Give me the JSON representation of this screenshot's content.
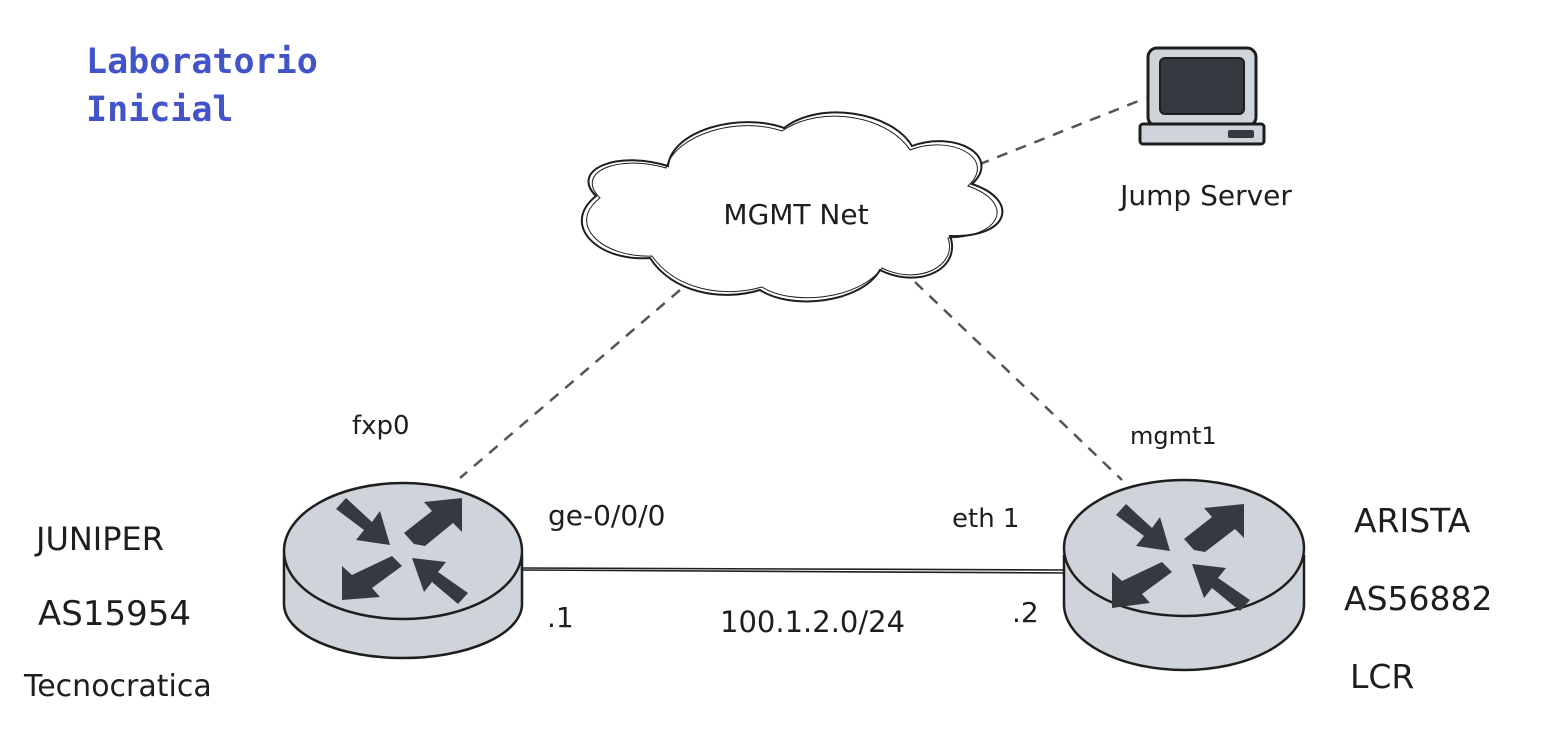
{
  "title": {
    "line1": "Laboratorio",
    "line2": "Inicial"
  },
  "cloud": {
    "label": "MGMT Net"
  },
  "jump_server": {
    "label": "Jump Server"
  },
  "juniper": {
    "vendor": "JUNIPER",
    "asn": "AS15954",
    "org": "Tecnocratica",
    "mgmt_interface": "fxp0",
    "link_interface": "ge-0/0/0",
    "link_ip": ".1"
  },
  "arista": {
    "vendor": "ARISTA",
    "asn": "AS56882",
    "org": "LCR",
    "mgmt_interface": "mgmt1",
    "link_interface": "eth 1",
    "link_ip": ".2"
  },
  "link": {
    "subnet": "100.1.2.0/24"
  },
  "colors": {
    "title": "#4353c8",
    "stroke": "#1e1e1e",
    "router_fill": "#ced4da",
    "dashed_line": "#555555"
  },
  "icons": {
    "cloud": "cloud-icon",
    "computer": "computer-icon",
    "router": "router-icon"
  }
}
